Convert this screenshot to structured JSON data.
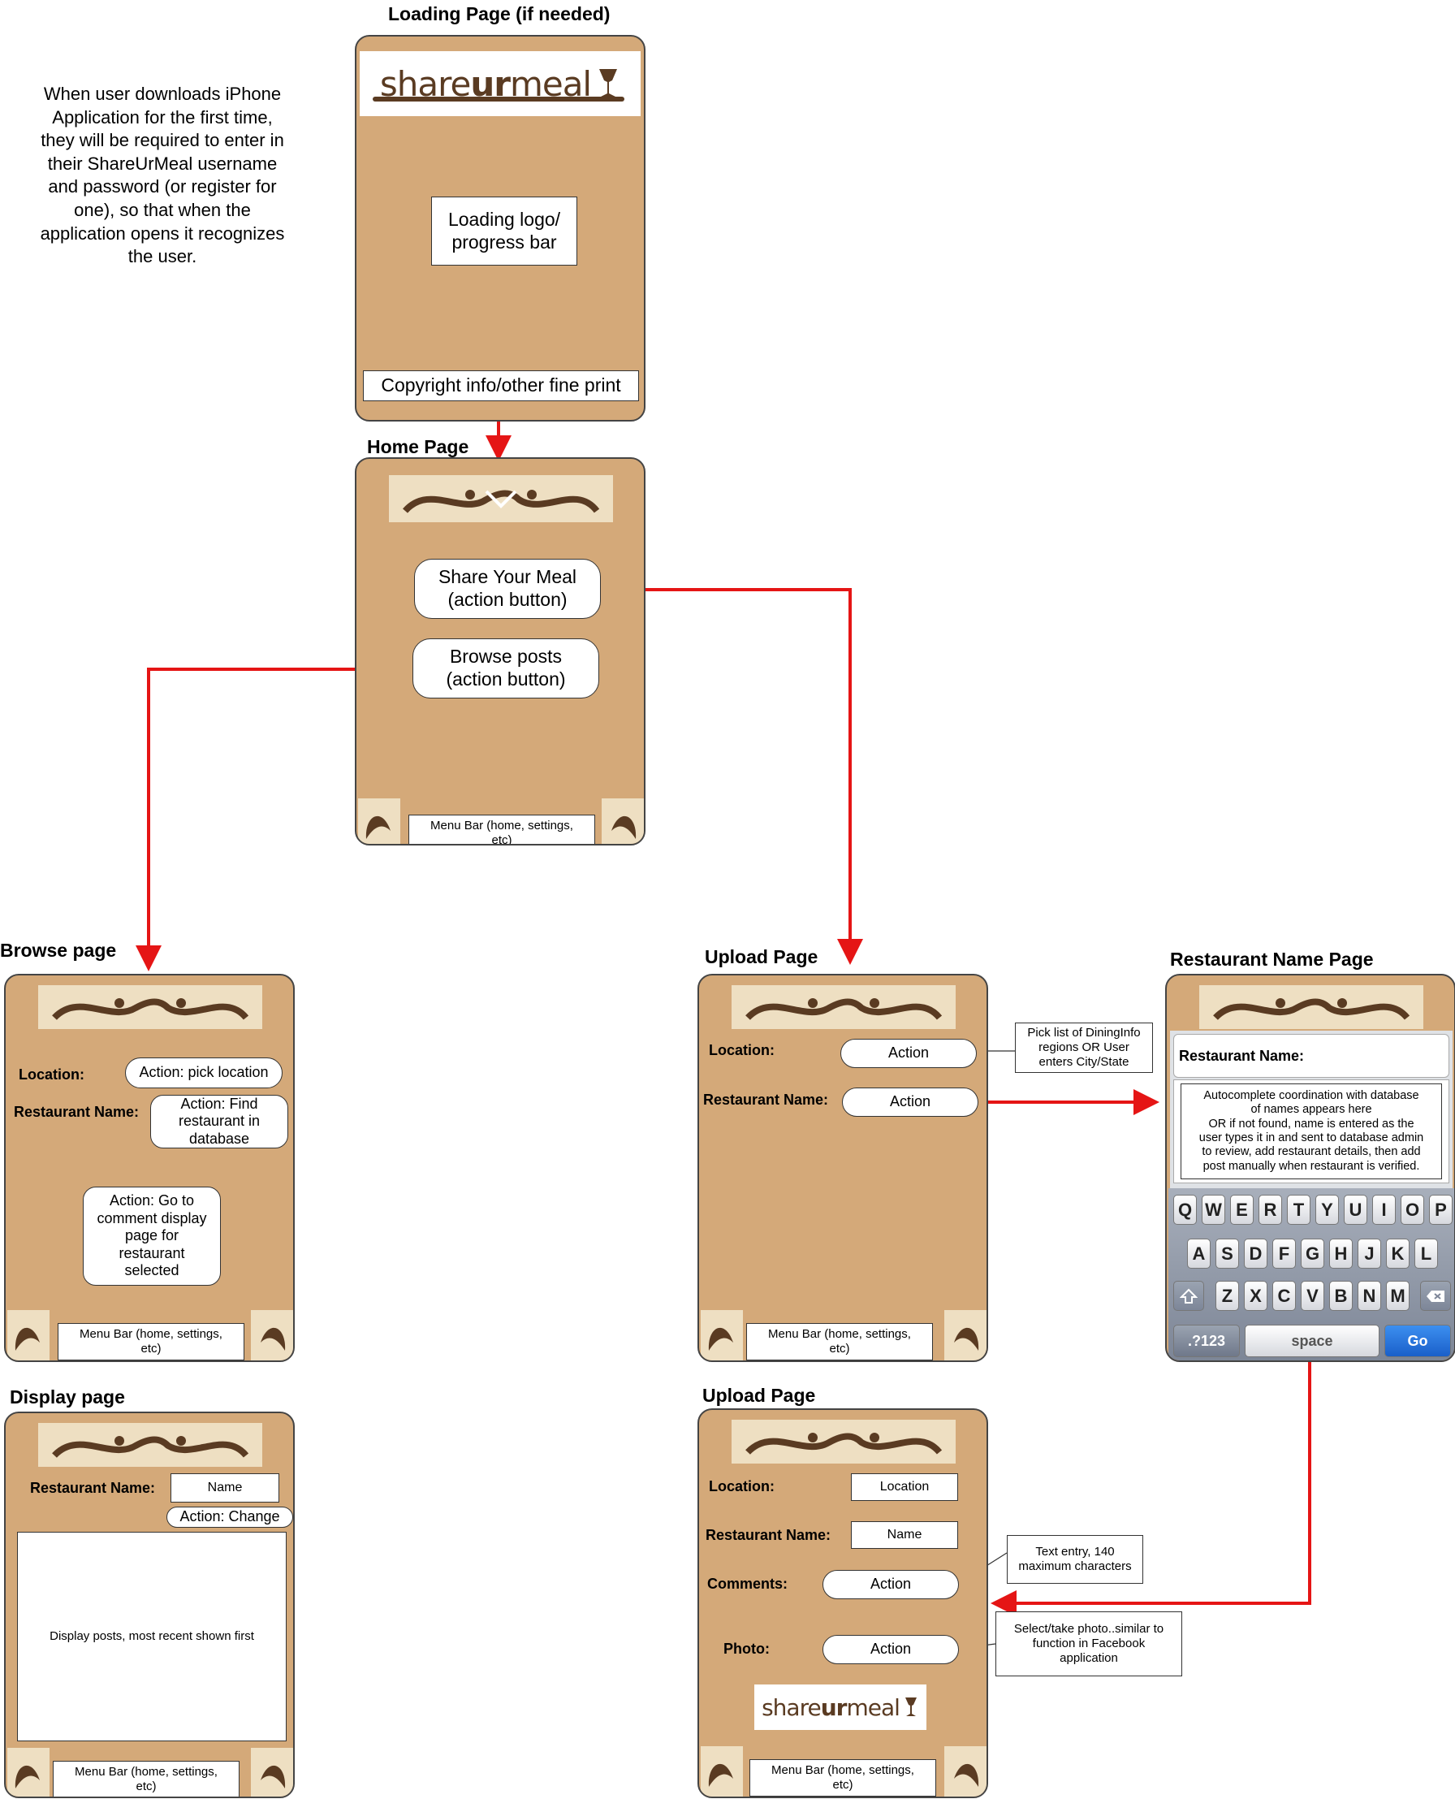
{
  "note": {
    "lines": [
      "When user downloads iPhone",
      "Application for the first time,",
      "they will be required to enter in",
      "their ShareUrMeal username",
      "and password (or register for",
      "one), so that when the",
      "application opens it recognizes",
      "the user."
    ]
  },
  "logo": {
    "part1": "share",
    "part2": "ur",
    "part3": "meal"
  },
  "loading": {
    "title": "Loading Page (if needed)",
    "logo_box_line1": "Loading logo/",
    "logo_box_line2": "progress bar",
    "copyright": "Copyright info/other fine print"
  },
  "home": {
    "title": "Home Page",
    "share_line1": "Share Your Meal",
    "share_line2": "(action button)",
    "browse_line1": "Browse posts",
    "browse_line2": "(action button)",
    "menu_line1": "Menu Bar (home, settings,",
    "menu_line2": "etc)"
  },
  "browse": {
    "title": "Browse page",
    "location_label": "Location:",
    "location_action": "Action: pick location",
    "restaurant_label": "Restaurant Name:",
    "find_line1": "Action: Find",
    "find_line2": "restaurant in",
    "find_line3": "database",
    "go_line1": "Action: Go to",
    "go_line2": "comment display",
    "go_line3": "page for",
    "go_line4": "restaurant",
    "go_line5": "selected",
    "menu_line1": "Menu Bar (home, settings,",
    "menu_line2": "etc)"
  },
  "display": {
    "title": "Display page",
    "restaurant_label": "Restaurant Name:",
    "name_value": "Name",
    "change_action": "Action: Change",
    "posts_text": "Display posts, most recent shown first",
    "menu_line1": "Menu Bar (home, settings,",
    "menu_line2": "etc)"
  },
  "upload1": {
    "title": "Upload Page",
    "location_label": "Location:",
    "location_action": "Action",
    "restaurant_label": "Restaurant Name:",
    "restaurant_action": "Action",
    "menu_line1": "Menu Bar (home, settings,",
    "menu_line2": "etc)",
    "callout_line1": "Pick list of DiningInfo",
    "callout_line2": "regions OR User",
    "callout_line3": "enters City/State"
  },
  "restaurant_page": {
    "title": "Restaurant Name Page",
    "field_label": "Restaurant Name:",
    "auto_line1": "Autocomplete coordination with database",
    "auto_line2": "of names appears here",
    "auto_line3": "OR if not found, name is entered as the",
    "auto_line4": "user types it in and sent to database admin",
    "auto_line5": "to review, add restaurant details, then add",
    "auto_line6": "post manually when restaurant is verified.",
    "row1": [
      "Q",
      "W",
      "E",
      "R",
      "T",
      "Y",
      "U",
      "I",
      "O",
      "P"
    ],
    "row2": [
      "A",
      "S",
      "D",
      "F",
      "G",
      "H",
      "J",
      "K",
      "L"
    ],
    "row3": [
      "Z",
      "X",
      "C",
      "V",
      "B",
      "N",
      "M"
    ],
    "num_key": ".?123",
    "space_key": "space",
    "go_key": "Go"
  },
  "upload2": {
    "title": "Upload Page",
    "location_label": "Location:",
    "location_value": "Location",
    "restaurant_label": "Restaurant Name:",
    "restaurant_value": "Name",
    "comments_label": "Comments:",
    "comments_action": "Action",
    "photo_label": "Photo:",
    "photo_action": "Action",
    "menu_line1": "Menu Bar (home, settings,",
    "menu_line2": "etc)",
    "text_callout_line1": "Text entry, 140",
    "text_callout_line2": "maximum characters",
    "photo_callout_line1": "Select/take photo..similar to",
    "photo_callout_line2": "function in Facebook",
    "photo_callout_line3": "application"
  },
  "colors": {
    "phone": "#d4a979",
    "arrow": "#e51515",
    "ornament": "#5a3b22",
    "go_key": "#1f6fd6"
  }
}
